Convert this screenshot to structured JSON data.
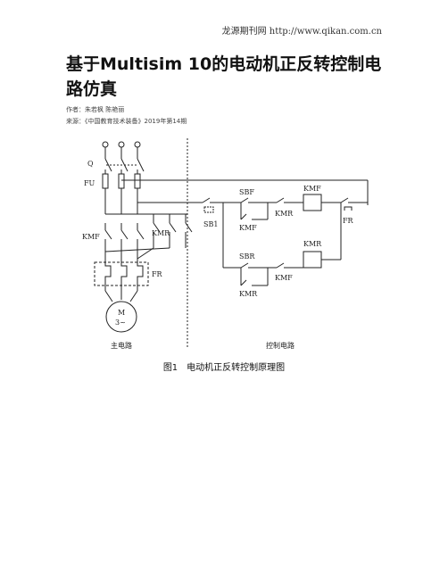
{
  "header": {
    "site": "龙源期刊网 http://www.qikan.com.cn"
  },
  "article": {
    "title": "基于Multisim 10的电动机正反转控制电路仿真",
    "authors": "作者：朱若枫 陈艳丽",
    "source": "来源：《中国教育技术装备》2019年第14期"
  },
  "figure": {
    "labels": {
      "q": "Q",
      "fu": "FU",
      "kmf_main": "KMF",
      "kmr_main": "KMR",
      "fr_main": "FR",
      "motor_m": "M",
      "motor_phase": "3~",
      "main_circuit": "主电路",
      "sb1": "SB1",
      "sbf": "SBF",
      "kmr_nc1": "KMR",
      "kmf_coil": "KMF",
      "kmf_aux": "KMF",
      "sbr": "SBR",
      "kmf_nc2": "KMF",
      "kmr_coil": "KMR",
      "kmr_aux": "KMR",
      "fr_ctrl": "FR",
      "control_circuit": "控制电路"
    },
    "caption": "图1　电动机正反转控制原理图"
  }
}
